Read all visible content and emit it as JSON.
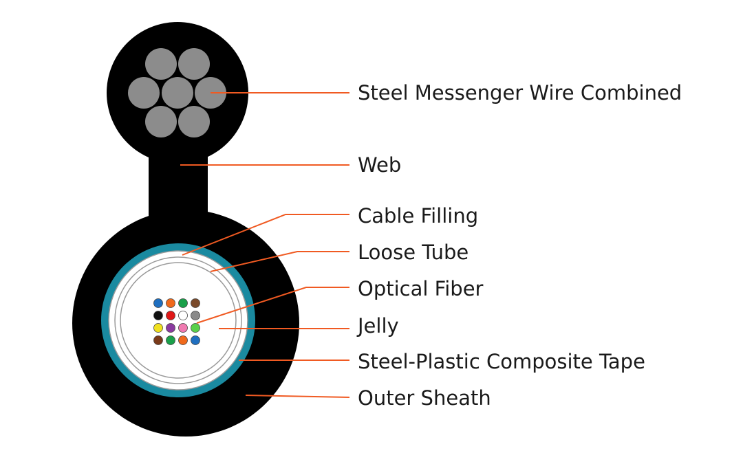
{
  "colors": {
    "jacket": "#000000",
    "strand": "#8c8c8c",
    "tape": "#1a8aa0",
    "leader": "#f05a22",
    "jelly": "#ffffff",
    "tube_ring": "#9a9a9a"
  },
  "labels": [
    {
      "id": "steel-messenger-wire",
      "text": "Steel Messenger Wire Combined"
    },
    {
      "id": "web",
      "text": "Web"
    },
    {
      "id": "cable-filling",
      "text": "Cable Filling"
    },
    {
      "id": "loose-tube",
      "text": "Loose Tube"
    },
    {
      "id": "optical-fiber",
      "text": "Optical Fiber"
    },
    {
      "id": "jelly",
      "text": "Jelly"
    },
    {
      "id": "steel-plastic-tape",
      "text": "Steel-Plastic Composite Tape"
    },
    {
      "id": "outer-sheath",
      "text": "Outer Sheath"
    }
  ],
  "fiber_colors": [
    [
      "#1f6fc0",
      "#f06a1c",
      "#1aa04a",
      "#7a4a2a"
    ],
    [
      "#111111",
      "#e01818",
      "#ffffff",
      "#8a8a8a"
    ],
    [
      "#f0e020",
      "#8a3aa0",
      "#f07ab0",
      "#5ad04a"
    ],
    [
      "#7a3a1a",
      "#1aa04a",
      "#f06a1c",
      "#1f6fc0"
    ]
  ]
}
